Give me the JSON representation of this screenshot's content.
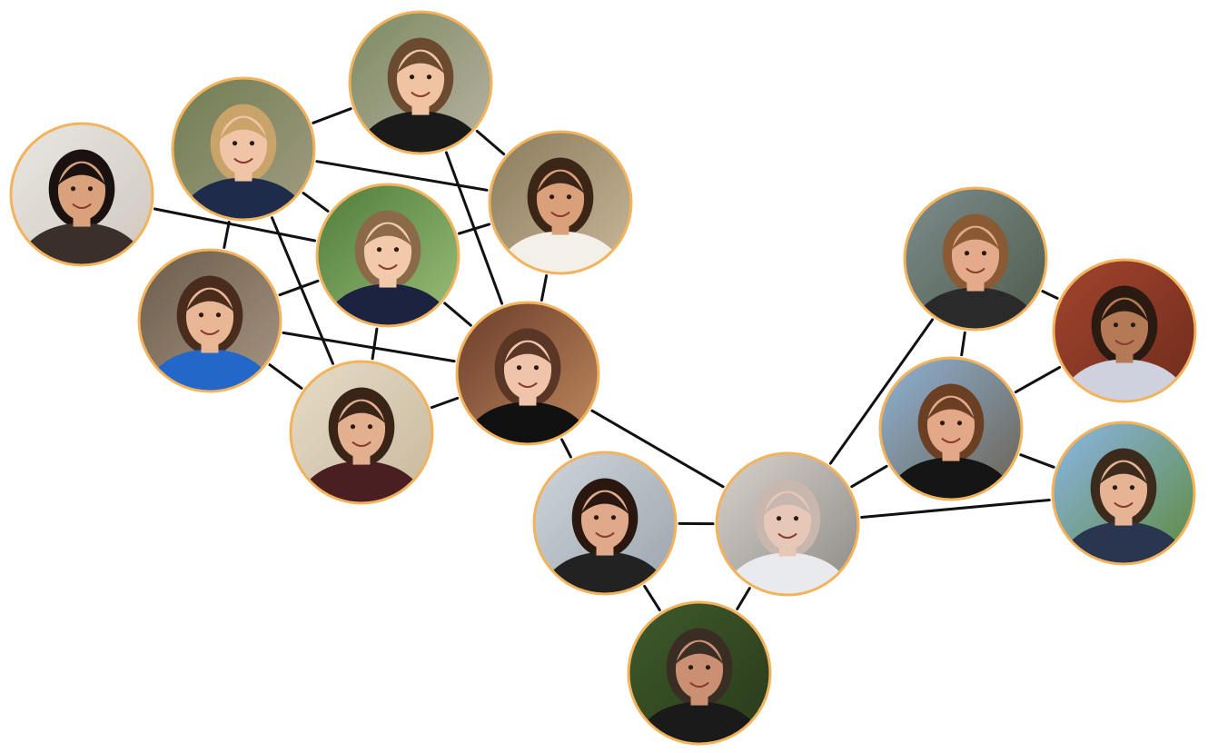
{
  "diagram": {
    "type": "network",
    "colors": {
      "background": "#ffffff",
      "edge": "#111111",
      "node_border": "#f2b35c"
    },
    "nodes": [
      {
        "id": "p1",
        "name": "person-woman-long-dark-hair-left",
        "skin": "#d9a27c",
        "hair": "#1a1210",
        "shirt": "#3a2f2a",
        "bg1": "#e9e6e1",
        "bg2": "#cfc8bf"
      },
      {
        "id": "p2",
        "name": "person-woman-blonde-ivy-wall",
        "skin": "#efc4a7",
        "hair": "#c9a46a",
        "shirt": "#1f2b4a",
        "bg1": "#6f7d52",
        "bg2": "#a39c84"
      },
      {
        "id": "p3",
        "name": "person-woman-top-center",
        "skin": "#f0c3a2",
        "hair": "#6b4a2f",
        "shirt": "#1a1a1a",
        "bg1": "#7c8a61",
        "bg2": "#b9b2a3"
      },
      {
        "id": "p4",
        "name": "person-woman-hat-crouching",
        "skin": "#d9a07a",
        "hair": "#3b2516",
        "shirt": "#f3f0ea",
        "bg1": "#8a7a5d",
        "bg2": "#c9b999"
      },
      {
        "id": "p5",
        "name": "person-woman-glasses-green-background",
        "skin": "#f2c9a9",
        "hair": "#8a6a48",
        "shirt": "#1c2340",
        "bg1": "#4e7b3a",
        "bg2": "#9bbf7a"
      },
      {
        "id": "p6",
        "name": "person-woman-blue-shirt",
        "skin": "#e9b696",
        "hair": "#4a2c1c",
        "shirt": "#2367c8",
        "bg1": "#6b5b4a",
        "bg2": "#a79682"
      },
      {
        "id": "p7",
        "name": "person-woman-curly-hair-glasses",
        "skin": "#e3b08f",
        "hair": "#3a2417",
        "shirt": "#4a1f22",
        "bg1": "#e6dcc8",
        "bg2": "#c8b89c"
      },
      {
        "id": "p8",
        "name": "person-woman-museum-skeleton",
        "skin": "#f0c4aa",
        "hair": "#5a3626",
        "shirt": "#111111",
        "bg1": "#6a3b2a",
        "bg2": "#c08a5e"
      },
      {
        "id": "p9",
        "name": "person-woman-dark-hair-lab",
        "skin": "#e0a98c",
        "hair": "#2a1710",
        "shirt": "#222222",
        "bg1": "#cfd6dc",
        "bg2": "#9aa3ab"
      },
      {
        "id": "p10",
        "name": "person-lab-mask-sample-tube",
        "skin": "#e7c8b8",
        "hair": "#c7b7ae",
        "shirt": "#e8eaee",
        "bg1": "#d9d2cc",
        "bg2": "#8c8985"
      },
      {
        "id": "p11",
        "name": "person-man-bottom-center",
        "skin": "#c99074",
        "hair": "#3a2d24",
        "shirt": "#1a1a1a",
        "bg1": "#3f5a2a",
        "bg2": "#2a3a1c"
      },
      {
        "id": "p12",
        "name": "person-man-red-beard",
        "skin": "#e4ab8a",
        "hair": "#8a5a34",
        "shirt": "#2a2a2a",
        "bg1": "#7e8c8e",
        "bg2": "#4d5b4a"
      },
      {
        "id": "p13",
        "name": "person-man-brick-wall-dreadlocks",
        "skin": "#b47a56",
        "hair": "#2a1a12",
        "shirt": "#cfd2de",
        "bg1": "#a2452e",
        "bg2": "#6e2b1c"
      },
      {
        "id": "p14",
        "name": "person-man-rocky-shore",
        "skin": "#e2a888",
        "hair": "#6b3f24",
        "shirt": "#151515",
        "bg1": "#8fb3d6",
        "bg2": "#6a604f"
      },
      {
        "id": "p15",
        "name": "person-man-suit-outdoor",
        "skin": "#e6b394",
        "hair": "#3c2a1c",
        "shirt": "#2a3550",
        "bg1": "#8cb6e8",
        "bg2": "#5d8a3e"
      }
    ],
    "edges": [
      [
        "p3",
        "p2"
      ],
      [
        "p3",
        "p4"
      ],
      [
        "p3",
        "p8"
      ],
      [
        "p2",
        "p4"
      ],
      [
        "p2",
        "p5"
      ],
      [
        "p2",
        "p6"
      ],
      [
        "p2",
        "p7"
      ],
      [
        "p1",
        "p5"
      ],
      [
        "p4",
        "p5"
      ],
      [
        "p4",
        "p8"
      ],
      [
        "p5",
        "p6"
      ],
      [
        "p5",
        "p7"
      ],
      [
        "p5",
        "p8"
      ],
      [
        "p6",
        "p8"
      ],
      [
        "p6",
        "p7"
      ],
      [
        "p7",
        "p8"
      ],
      [
        "p8",
        "p9"
      ],
      [
        "p8",
        "p10"
      ],
      [
        "p9",
        "p10"
      ],
      [
        "p9",
        "p11"
      ],
      [
        "p10",
        "p11"
      ],
      [
        "p10",
        "p12"
      ],
      [
        "p10",
        "p14"
      ],
      [
        "p10",
        "p15"
      ],
      [
        "p12",
        "p13"
      ],
      [
        "p12",
        "p14"
      ],
      [
        "p13",
        "p14"
      ],
      [
        "p14",
        "p15"
      ]
    ]
  }
}
